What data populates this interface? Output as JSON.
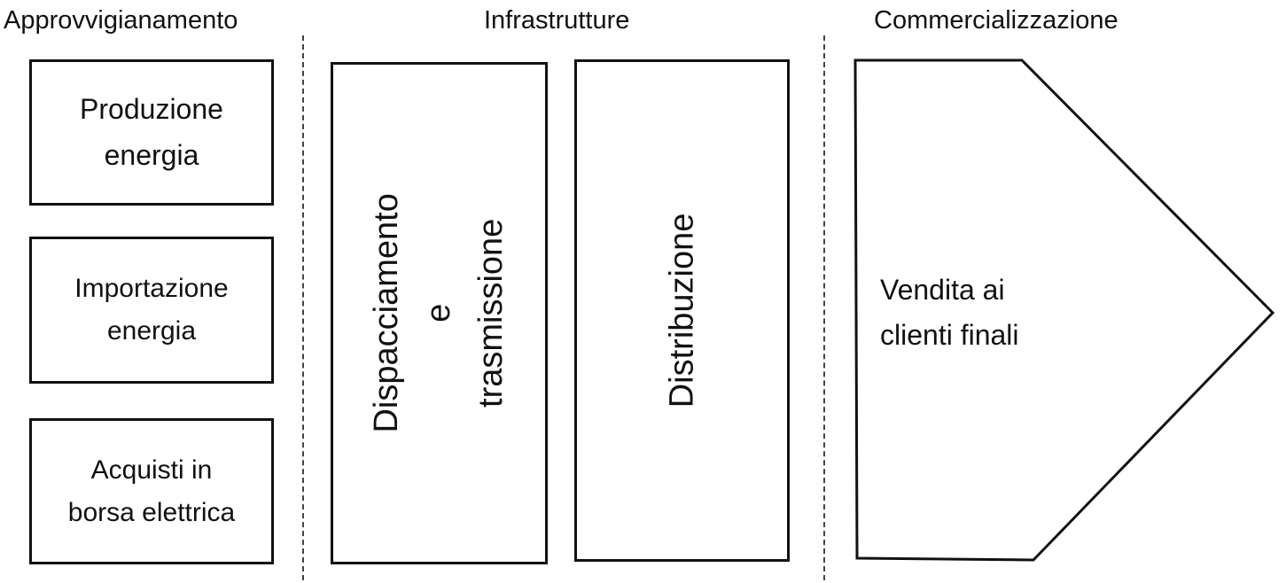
{
  "headers": {
    "supply": "Approvvigianamento",
    "infrastructure": "Infrastrutture",
    "commercial": "Commercializzazione"
  },
  "supply_boxes": {
    "production": "Produzione\nenergia",
    "import": "Importazione\nenergia",
    "exchange": "Acquisti in\nborsa elettrica"
  },
  "infrastructure_boxes": {
    "dispatching": "Dispacciamento e\ntrasmissione",
    "distribution": "Distribuzione"
  },
  "commercial_box": {
    "sales": "Vendita ai\nclienti finali"
  }
}
